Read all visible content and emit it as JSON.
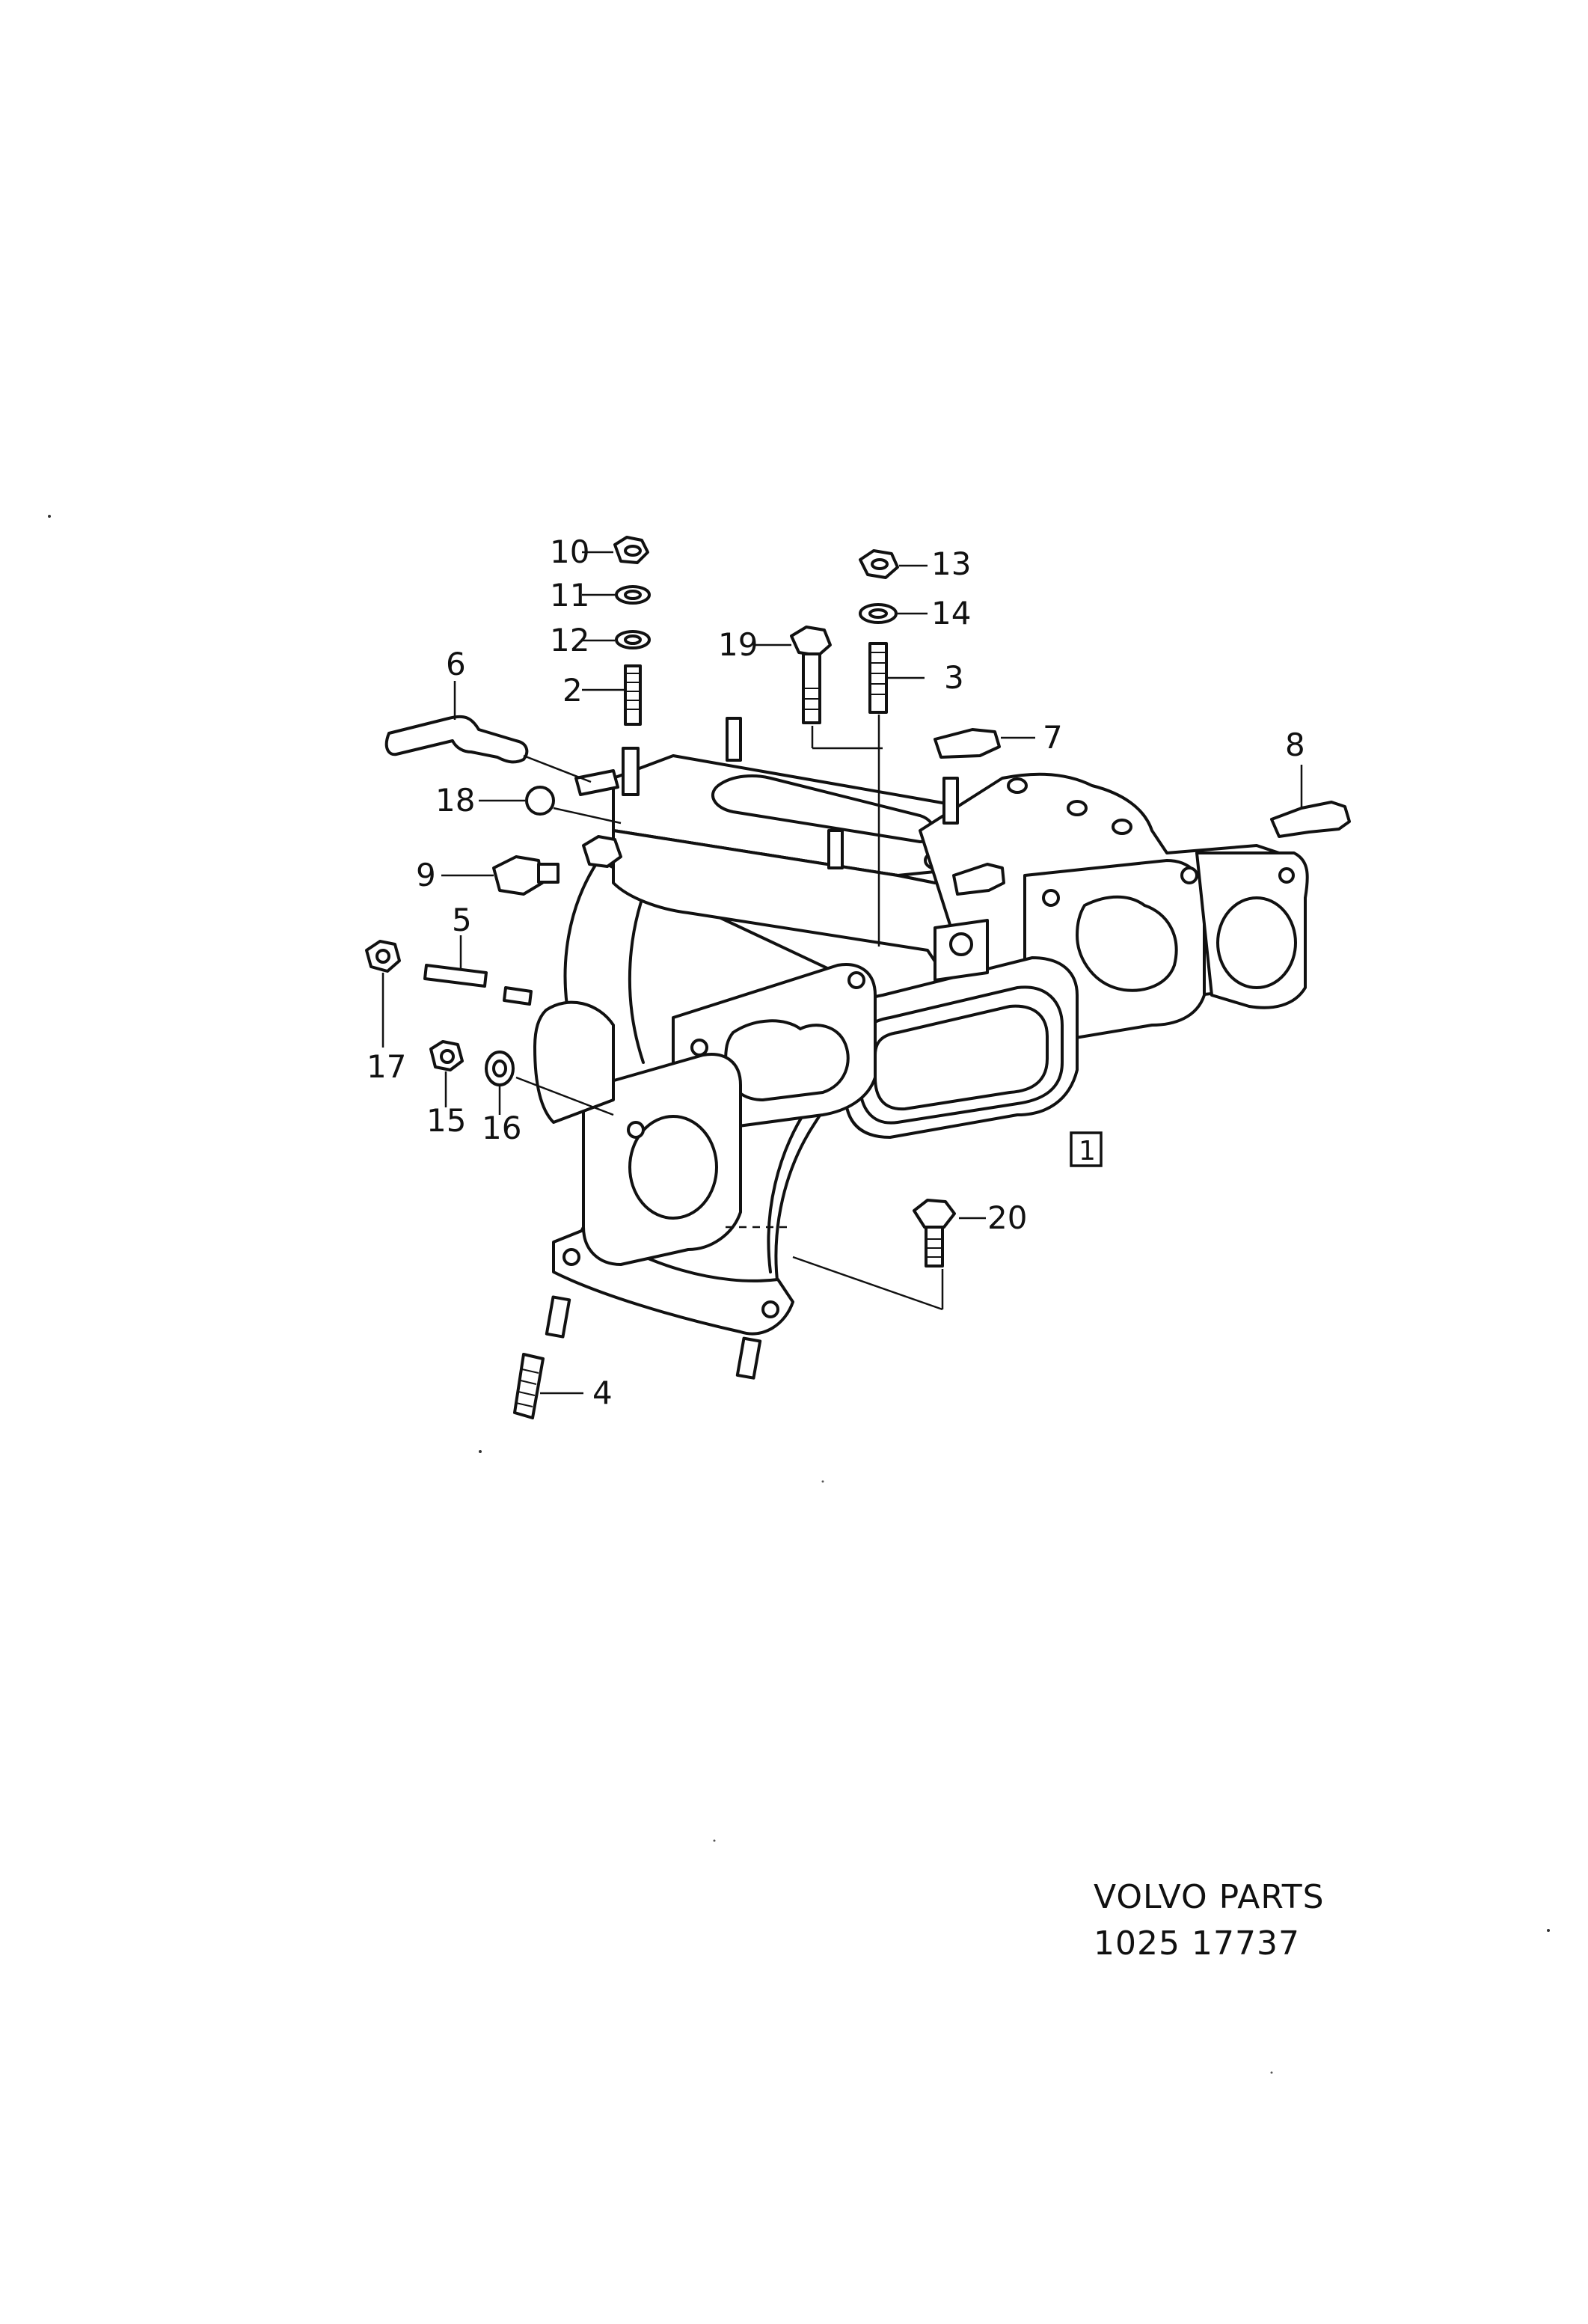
{
  "callouts": [
    {
      "id": "10",
      "label": "10"
    },
    {
      "id": "11",
      "label": "11"
    },
    {
      "id": "12",
      "label": "12"
    },
    {
      "id": "2",
      "label": "2"
    },
    {
      "id": "6",
      "label": "6"
    },
    {
      "id": "18",
      "label": "18"
    },
    {
      "id": "9",
      "label": "9"
    },
    {
      "id": "5",
      "label": "5"
    },
    {
      "id": "17",
      "label": "17"
    },
    {
      "id": "15",
      "label": "15"
    },
    {
      "id": "16",
      "label": "16"
    },
    {
      "id": "13",
      "label": "13"
    },
    {
      "id": "14",
      "label": "14"
    },
    {
      "id": "19",
      "label": "19"
    },
    {
      "id": "3",
      "label": "3"
    },
    {
      "id": "7",
      "label": "7"
    },
    {
      "id": "8",
      "label": "8"
    },
    {
      "id": "20",
      "label": "20"
    },
    {
      "id": "4",
      "label": "4"
    }
  ],
  "assembly_label": "1",
  "footer": {
    "brand": "VOLVO  PARTS",
    "code": "1025  17737"
  }
}
